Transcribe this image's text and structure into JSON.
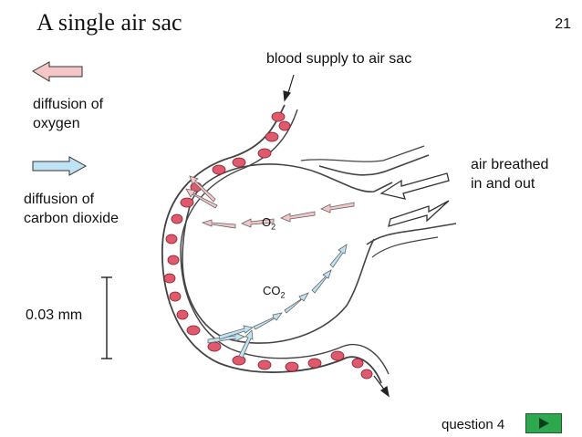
{
  "slide": {
    "title": "A single air sac",
    "number": "21"
  },
  "legend": {
    "oxygen_label_line1": "diffusion of",
    "oxygen_label_line2": "oxygen",
    "oxygen_arrow_color": "#f4c6c6",
    "co2_label_line1": "diffusion of",
    "co2_label_line2": "carbon dioxide",
    "co2_arrow_color": "#bfe2f4"
  },
  "scale_bar": {
    "label": "0.03 mm"
  },
  "diagram": {
    "blood_supply_label": "blood supply to air sac",
    "air_label_line1": "air breathed",
    "air_label_line2": "in and out",
    "o2_label": "O",
    "o2_subscript": "2",
    "co2_label": "CO",
    "co2_subscript": "2",
    "blood_cell_color": "#e05a6e",
    "vessel_color": "#e8e4e0"
  },
  "navigation": {
    "question_label": "question 4",
    "next_button_color": "#2ea84e",
    "next_icon": "play-triangle-icon"
  }
}
